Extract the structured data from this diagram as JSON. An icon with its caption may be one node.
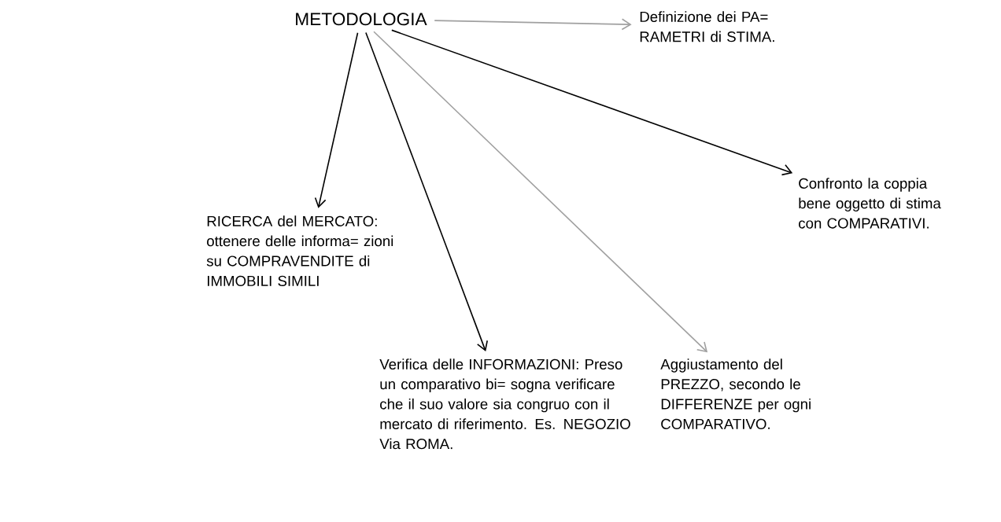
{
  "diagram": {
    "nodes": [
      {
        "text": [
          "METODOLOGIA"
        ]
      },
      {
        "text": [
          "Definizione dei PA= RAMETRI di STIMA."
        ]
      },
      {
        "text": [
          "RICERCA del MERCATO: ottenere delle informa= zioni su COMPRAVENDITE di IMMOBILI SIMILI"
        ]
      },
      {
        "text": [
          "Verifica delle INFORMAZIONI: Preso un comparativo bi= sogna verificare che il suo valore sia congruo con il mercato di riferimento. Es. NEGOZIO Via ROMA."
        ]
      },
      {
        "text": [
          "Aggiustamento del PREZZO, secondo le DIFFERENZE per ogni COMPARATIVO."
        ]
      },
      {
        "text": [
          "Confronto la coppia bene oggetto di stima con COMPARATIVI."
        ]
      }
    ],
    "edges": [
      {
        "from": 0,
        "to": 1,
        "arrow": "to",
        "color": "#a0a0a0"
      },
      {
        "from": 0,
        "to": 2,
        "arrow": "to"
      },
      {
        "from": 0,
        "to": 3,
        "arrow": "to"
      },
      {
        "from": 0,
        "to": 4,
        "arrow": "to",
        "color": "#a0a0a0"
      },
      {
        "from": 0,
        "to": 5,
        "arrow": "to"
      }
    ]
  }
}
